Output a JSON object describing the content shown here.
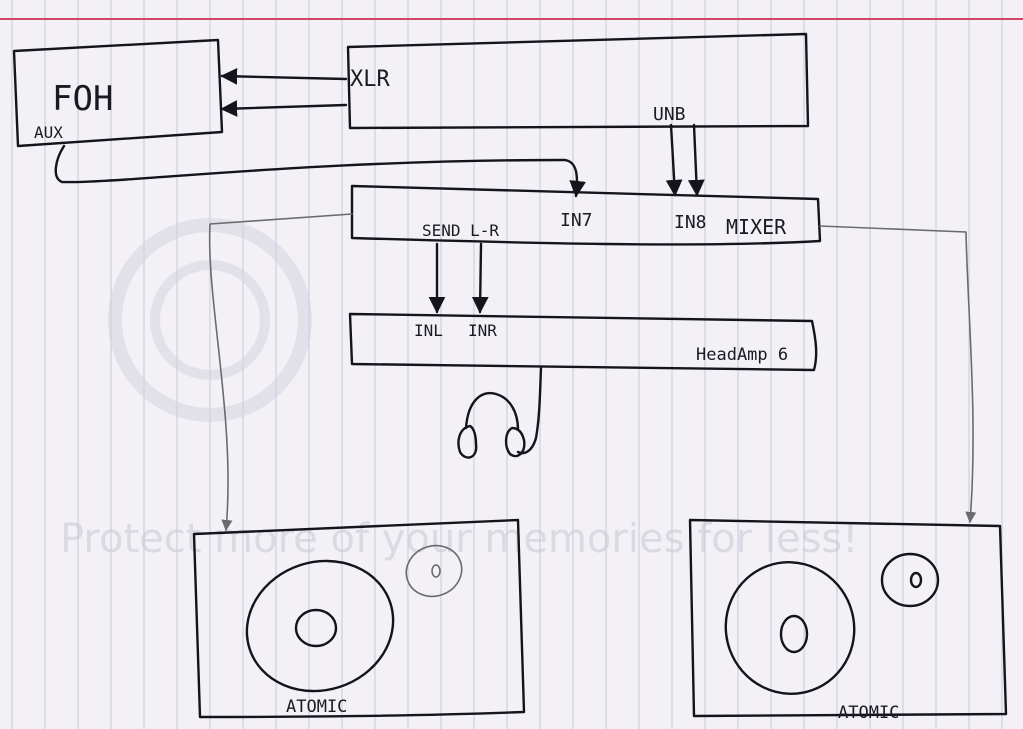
{
  "diagram": {
    "nodes": {
      "foh": {
        "label": "FOH",
        "port": "AUX"
      },
      "stagebox": {
        "port_xlr": "XLR",
        "port_unb": "UNB"
      },
      "mixer": {
        "label": "MIXER",
        "in7": "IN7",
        "in8": "IN8",
        "send": "SEND L-R"
      },
      "headamp": {
        "label": "HeadAmp 6",
        "inl": "INL",
        "inr": "INR"
      },
      "speaker_left": {
        "label": "ATOMIC"
      },
      "speaker_right": {
        "label": "ATOMIC"
      }
    },
    "edges": [
      {
        "from": "stagebox.XLR",
        "to": "foh",
        "count": 2
      },
      {
        "from": "stagebox.UNB",
        "to": "mixer.IN8",
        "count": 2
      },
      {
        "from": "foh.AUX",
        "to": "mixer.IN7",
        "count": 1
      },
      {
        "from": "mixer.SEND L-R",
        "to": "headamp.INL/INR",
        "count": 2
      },
      {
        "from": "mixer",
        "to": "speaker_left",
        "count": 1
      },
      {
        "from": "mixer",
        "to": "speaker_right",
        "count": 1
      }
    ]
  },
  "watermark": {
    "text": "Protect more of your memories for less!"
  },
  "colors": {
    "paper": "#f3f1f6",
    "rule_line": "#c7c8dc",
    "margin_line": "#d4456a",
    "ink": "#14141c",
    "pencil": "#6a6a70"
  }
}
